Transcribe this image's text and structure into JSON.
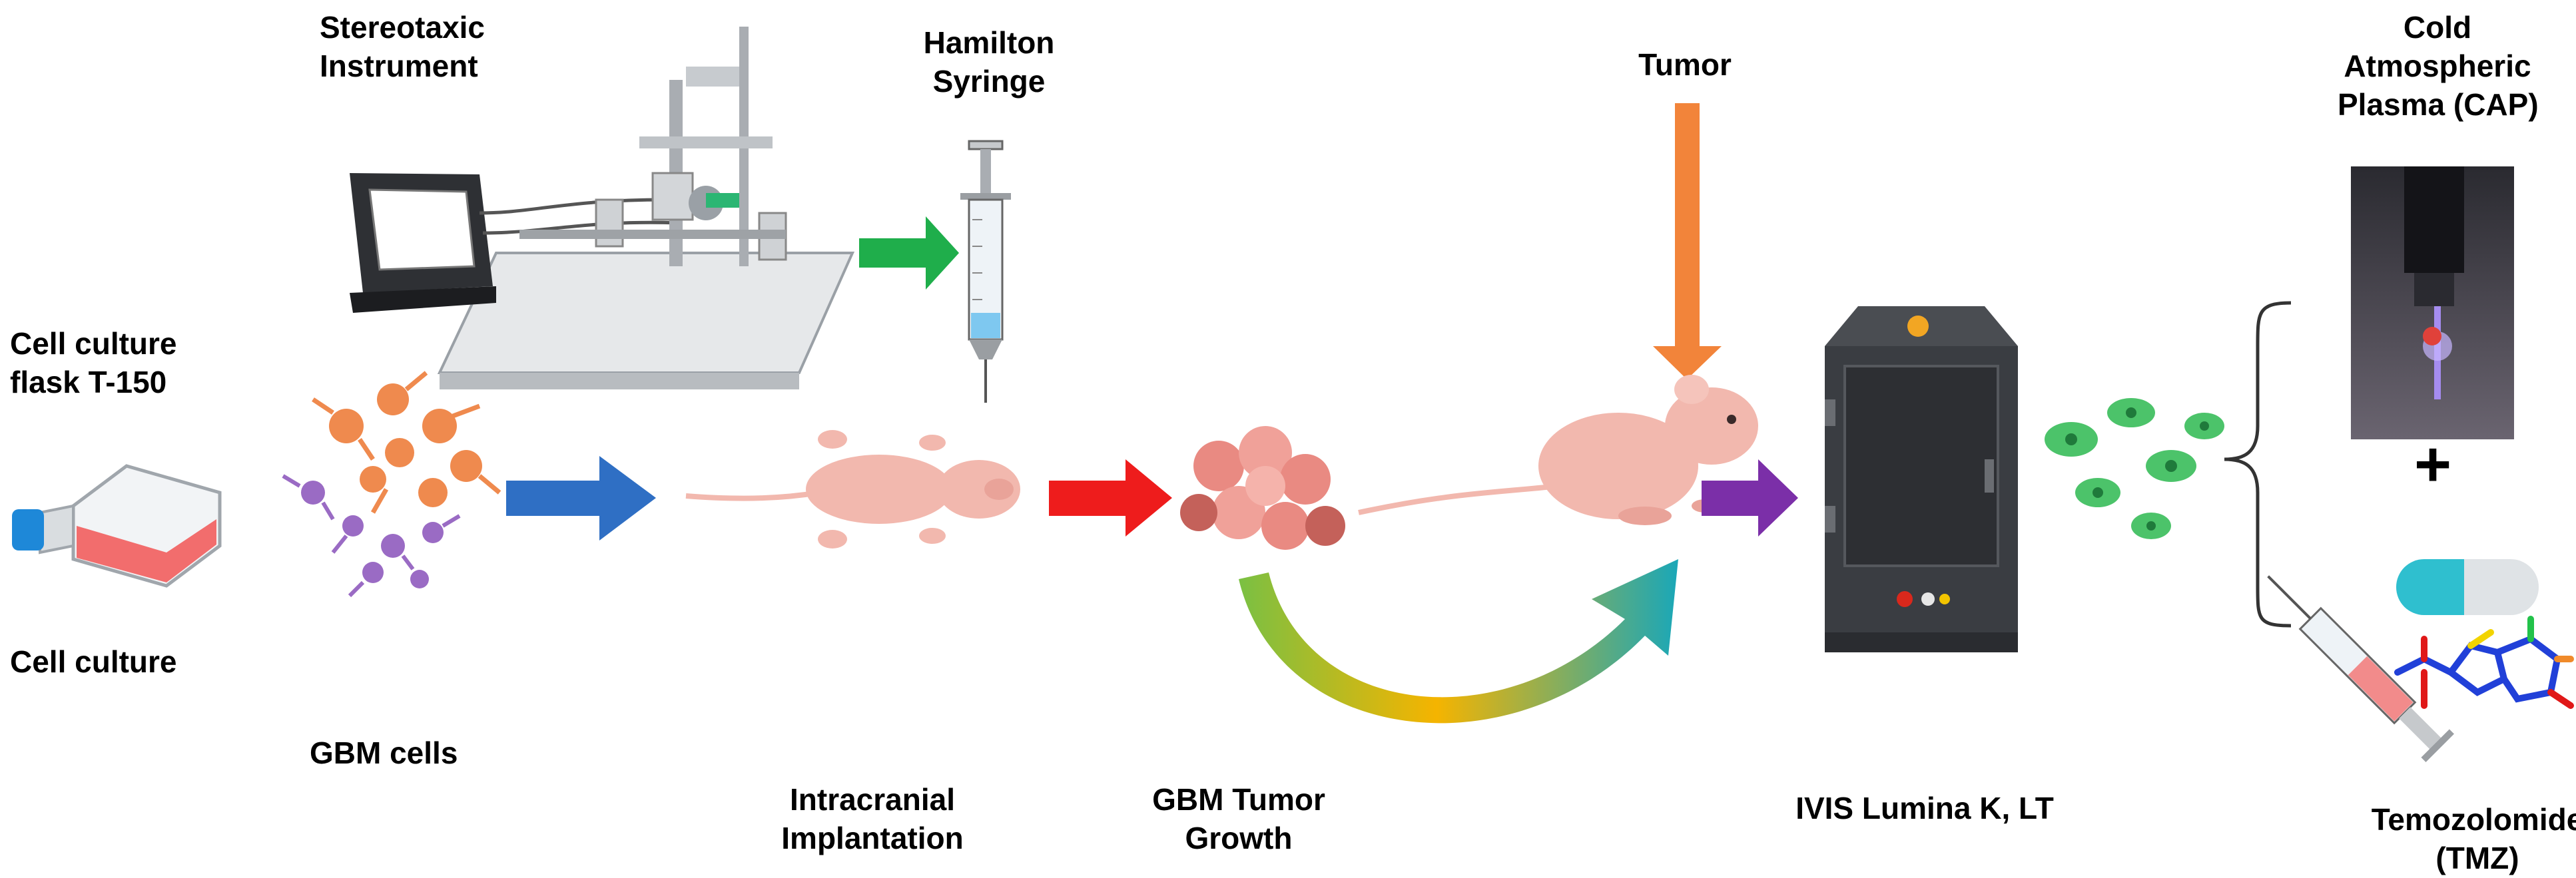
{
  "labels": {
    "stereotaxic": [
      "Stereotaxic",
      "Instrument"
    ],
    "hamilton": [
      "Hamilton",
      "Syringe"
    ],
    "tumor": "Tumor",
    "cap": [
      "Cold",
      "Atmospheric",
      "Plasma (CAP)"
    ],
    "flask": [
      "Cell culture",
      "flask T-150"
    ],
    "cell_culture": "Cell culture",
    "gbm_cells": "GBM cells",
    "intracranial": [
      "Intracranial",
      "Implantation"
    ],
    "gbm_growth": [
      "GBM Tumor",
      "Growth"
    ],
    "ivis": "IVIS Lumina K, LT",
    "tmz": [
      "Temozolomide",
      "(TMZ)"
    ],
    "plus": "+"
  },
  "colors": {
    "blue_arrow": "#2f6fc4",
    "red_arrow": "#ee1c1c",
    "green_arrow": "#1fae4b",
    "orange_arrow": "#f2843a",
    "purple_arrow": "#7b2fa8",
    "curved_arrow_start": "#f5b400",
    "curved_arrow_end": "#1aa7b8",
    "mouse": "#f2b8ae",
    "gbm_cell_orange": "#ef8a4e",
    "gbm_cell_purple": "#9a6bc4",
    "tumor_cells": "#e98a82",
    "green_cells": "#4cc36a",
    "flask_liquid": "#f26d6d",
    "flask_cap": "#1e88d8",
    "imager": "#3a3d42"
  }
}
